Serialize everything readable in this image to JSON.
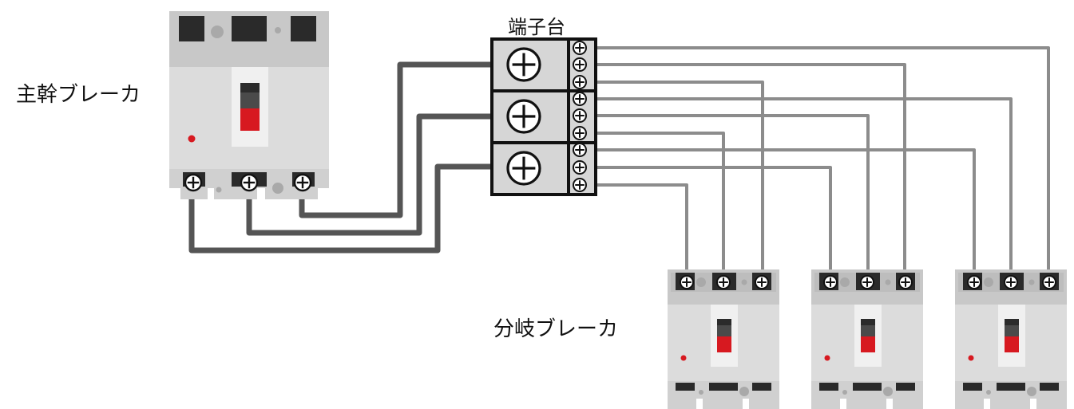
{
  "labels": {
    "main_breaker": "主幹ブレーカ",
    "terminal_block": "端子台",
    "branch_breaker": "分岐ブレーカ"
  },
  "diagram": {
    "main_breaker_count": 1,
    "branch_breaker_count": 3,
    "terminal_block_rows": 3,
    "main_breaker_poles": 3,
    "branch_breaker_poles": 3
  },
  "colors": {
    "breaker_body": "#c8c8c8",
    "breaker_panel": "#dcdcdc",
    "breaker_dark": "#2a2a2a",
    "switch_window": "#f0f0f0",
    "switch_handle_top": "#2b2b2b",
    "switch_handle_mid": "#4a4a4a",
    "switch_handle_red": "#d71920",
    "indicator_red": "#d71920",
    "thick_wire": "#555555",
    "thin_wire": "#8c8c8c",
    "terminal_fill": "#d6d6d6",
    "terminal_border": "#111111"
  },
  "icons": [
    "screw-terminal-icon"
  ]
}
